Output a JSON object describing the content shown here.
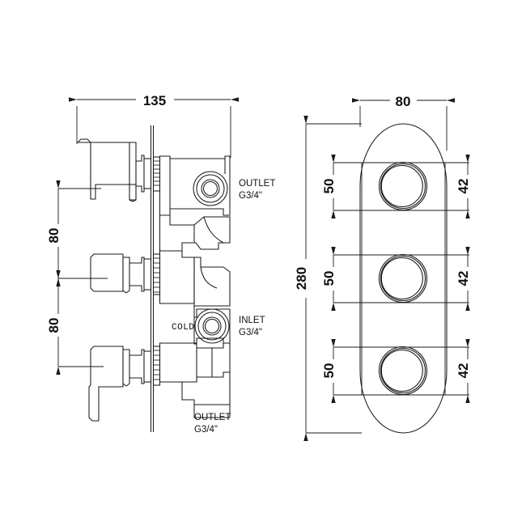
{
  "drawing": {
    "title": "Concealed thermostatic shower valve - technical drawing",
    "units": "mm",
    "line_color": "#1a1a1a",
    "background": "#ffffff",
    "views": [
      {
        "name": "side-section-view",
        "position": "left"
      },
      {
        "name": "front-plate-view",
        "position": "right"
      }
    ]
  },
  "dimensions": {
    "side_width": "135",
    "side_spacing_upper": "80",
    "side_spacing_lower": "80",
    "plate_width": "80",
    "plate_height": "280",
    "control_spacing_1": "50",
    "control_spacing_2": "50",
    "control_spacing_3": "50",
    "control_dia_1": "42",
    "control_dia_2": "42",
    "control_dia_3": "42"
  },
  "labels": {
    "outlet_top_line1": "OUTLET",
    "outlet_top_line2": "G3/4\"",
    "inlet_line1": "INLET",
    "inlet_line2": "G3/4\"",
    "outlet_bottom_line1": "OUTLET",
    "outlet_bottom_line2": "G3/4\"",
    "cold": "COLD"
  }
}
